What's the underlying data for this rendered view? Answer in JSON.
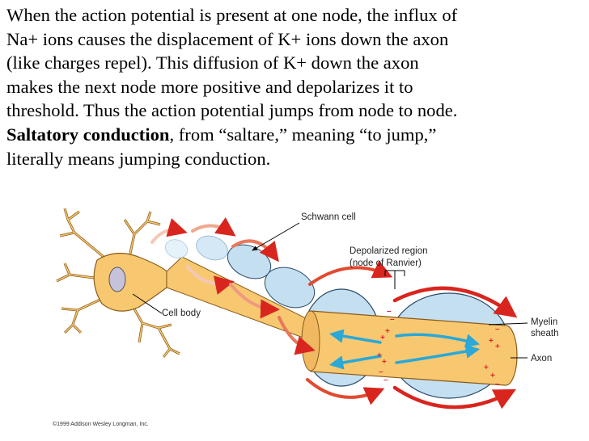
{
  "paragraph": {
    "line1": "When the action potential is present at one node, the influx of",
    "line2": "Na+ ions causes the displacement of K+ ions down the axon",
    "line3": "(like charges repel). This diffusion of K+ down the axon",
    "line4": "makes the next node more positive and depolarizes it to",
    "line5": "threshold. Thus the action potential jumps from node to node.",
    "term": "Saltatory conduction",
    "line6_rest": ", from “saltare,” meaning “to jump,”",
    "line7": "literally means jumping conduction."
  },
  "diagram": {
    "labels": {
      "schwann_cell": "Schwann cell",
      "depolarized_region": "Depolarized region",
      "node_of_ranvier": "(node of Ranvier)",
      "cell_body": "Cell body",
      "myelin": "Myelin",
      "sheath": "sheath",
      "axon": "Axon"
    },
    "copyright": "©1999 Addison Wesley Longman, Inc.",
    "signs": {
      "plus": "+",
      "minus": "–"
    },
    "colors": {
      "neuron_fill": "#f8c870",
      "neuron_stroke": "#8a5a1a",
      "myelin_fill": "#c4dff0",
      "myelin_stroke": "#2a4a66",
      "current_arrow": "#2aa8d8",
      "jump_arrow": "#d8251e",
      "charge_text": "#e0262d"
    }
  }
}
